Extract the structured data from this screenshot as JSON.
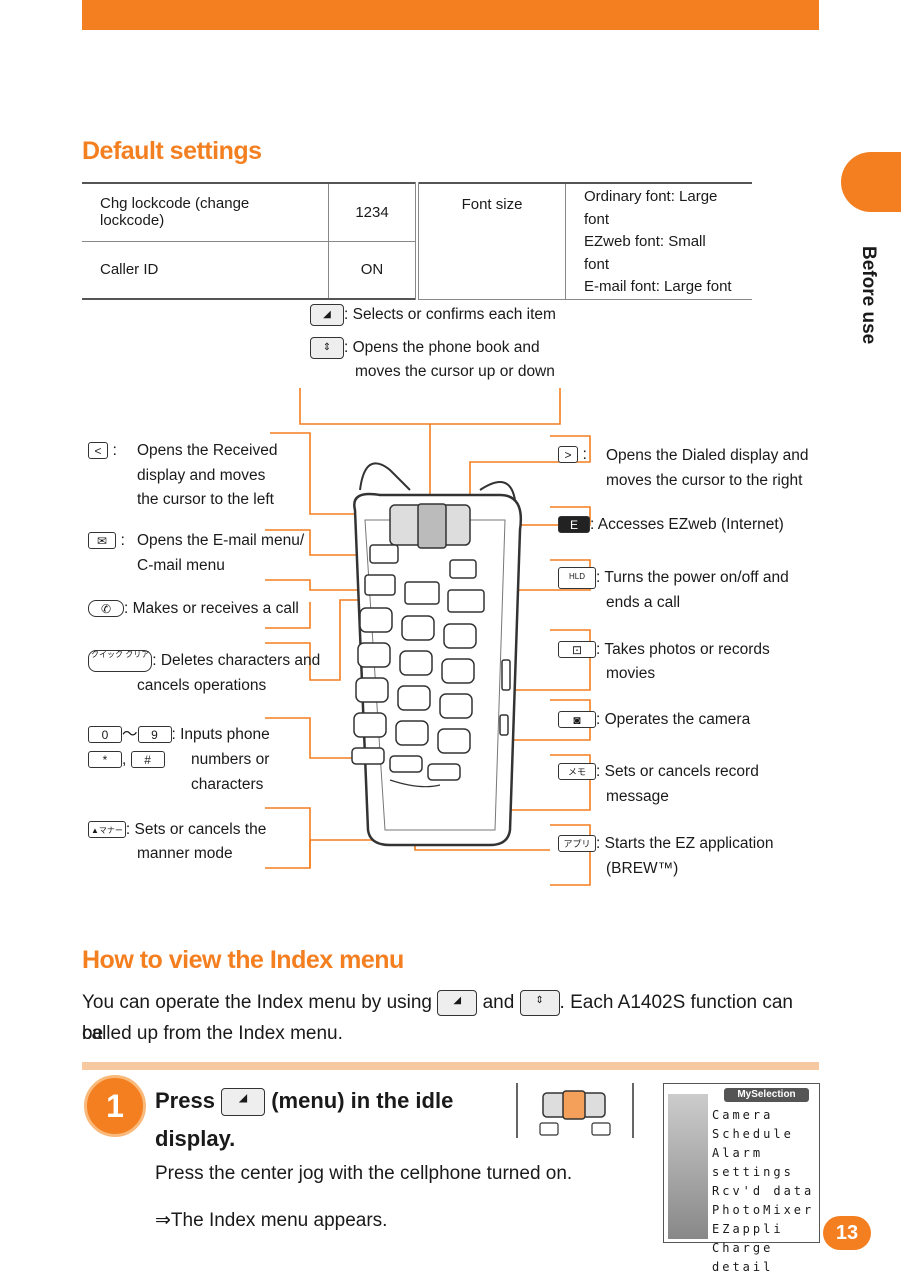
{
  "section1": {
    "title": "Default settings"
  },
  "settings_table": {
    "rows": [
      {
        "label": "Chg lockcode (change lockcode)",
        "value": "1234"
      },
      {
        "label": "Caller ID",
        "value": "ON"
      }
    ],
    "font_size": {
      "label": "Font size",
      "lines": [
        "Ordinary font: Large font",
        "EZweb font: Small font",
        "E-mail font: Large font"
      ]
    }
  },
  "side_tab": {
    "label": "Before use"
  },
  "diagram": {
    "top_labels": [
      ": Selects or confirms each item",
      ": Opens the phone book and",
      "moves the cursor up or down"
    ],
    "left": {
      "left_key": {
        "key": "<",
        "lines": [
          "Opens the Received",
          "display and moves",
          "the cursor to the left"
        ]
      },
      "mail_key": {
        "key": "✉",
        "lines": [
          "Opens the E-mail menu/",
          "C-mail menu"
        ]
      },
      "call_key": {
        "text": ": Makes or receives a call"
      },
      "clear_key": {
        "key": "クイック クリア",
        "lines": [
          ": Deletes characters and",
          "cancels operations"
        ]
      },
      "number_keys": {
        "range": "〜",
        "sep": ",",
        "lines": [
          ": Inputs phone",
          "numbers or",
          "characters"
        ]
      },
      "manner_key": {
        "key": "▲マナー",
        "lines": [
          ": Sets or cancels the",
          "manner mode"
        ]
      }
    },
    "right": {
      "right_key": {
        "key": ">",
        "lines": [
          "Opens the Dialed display and",
          "moves the cursor to the right"
        ]
      },
      "ez_key": {
        "key": "E",
        "text": ": Accesses EZweb (Internet)"
      },
      "power_key": {
        "key": "HLD",
        "lines": [
          ": Turns the power on/off and",
          "ends a call"
        ]
      },
      "side_key": {
        "lines": [
          ": Takes photos or records",
          "movies"
        ]
      },
      "camera_key": {
        "text": ": Operates the camera"
      },
      "memo_key": {
        "key": "メモ",
        "lines": [
          ": Sets or cancels record",
          "message"
        ]
      },
      "app_key": {
        "key": "アプリ",
        "lines": [
          ": Starts the EZ application",
          "(BREW™)"
        ]
      }
    }
  },
  "section2": {
    "title": "How to view the Index menu",
    "intro_before": "You can operate the Index menu by using",
    "intro_and": "and",
    "intro_after": ". Each A1402S function can be",
    "intro_line2": "called up from the Index menu."
  },
  "step": {
    "number": "1",
    "title_press": "Press",
    "title_rest": "(menu) in the idle",
    "title_line2": "display.",
    "desc": "Press the center jog with the cellphone turned on.",
    "result_arrow": "⇒",
    "result": "The Index menu appears."
  },
  "menu_screen": {
    "header": "MySelection",
    "items": [
      "Camera",
      "Schedule",
      "Alarm settings",
      "Rcv'd data",
      "PhotoMixer",
      "EZappli",
      "Charge detail"
    ]
  },
  "page": {
    "number": "13"
  },
  "colors": {
    "accent": "#f47f20",
    "accent_light": "#f7c9a0"
  }
}
